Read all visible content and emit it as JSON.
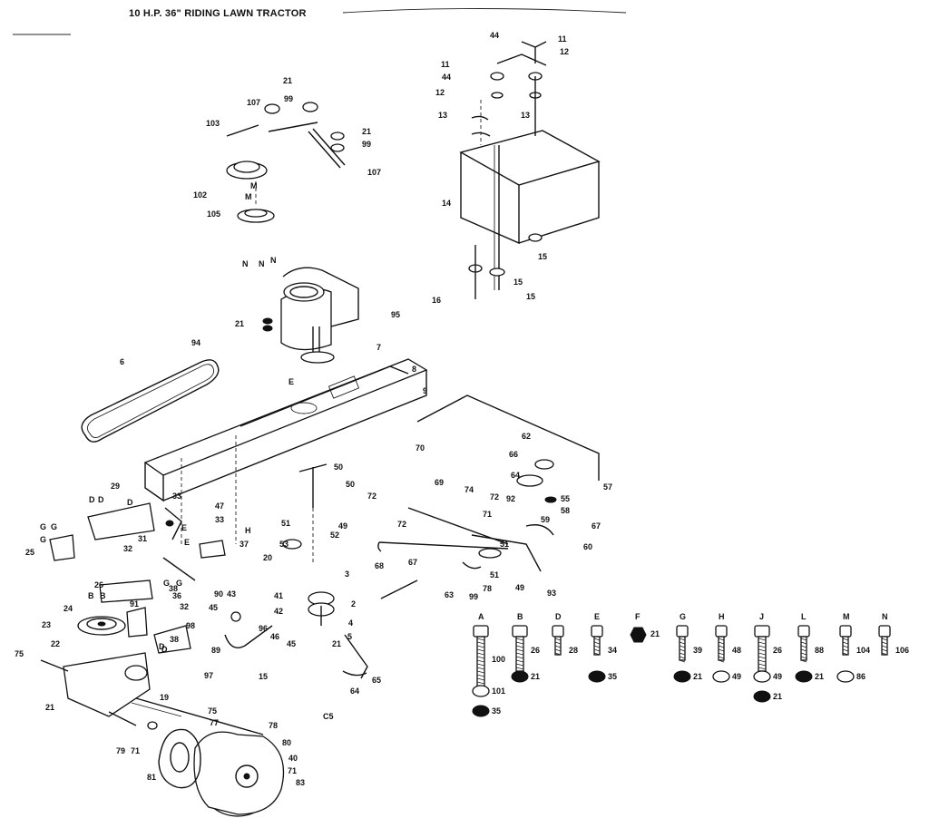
{
  "title": "10 H.P. 36\" RIDING LAWN TRACTOR",
  "figure_code": "C5",
  "callouts": [
    "44",
    "11",
    "12",
    "11",
    "44",
    "12",
    "13",
    "13",
    "14",
    "15",
    "15",
    "16",
    "15",
    "21",
    "107",
    "99",
    "103",
    "21",
    "99",
    "107",
    "102",
    "M",
    "M",
    "105",
    "N",
    "N",
    "N",
    "21",
    "95",
    "94",
    "7",
    "8",
    "9",
    "6",
    "E",
    "70",
    "66",
    "62",
    "64",
    "57",
    "50",
    "50",
    "47",
    "H",
    "29",
    "D",
    "D",
    "D",
    "33",
    "33",
    "E",
    "E",
    "G",
    "G",
    "G",
    "25",
    "32",
    "31",
    "37",
    "51",
    "49",
    "52",
    "53",
    "72",
    "69",
    "74",
    "72",
    "92",
    "55",
    "71",
    "72",
    "58",
    "59",
    "67",
    "68",
    "67",
    "51",
    "60",
    "20",
    "3",
    "26",
    "G",
    "G",
    "38",
    "36",
    "B",
    "B",
    "91",
    "32",
    "24",
    "43",
    "90",
    "41",
    "42",
    "2",
    "23",
    "38",
    "45",
    "96",
    "4",
    "5",
    "22",
    "98",
    "D",
    "D",
    "89",
    "46",
    "45",
    "21",
    "75",
    "97",
    "15",
    "65",
    "64",
    "63",
    "49",
    "93",
    "21",
    "19",
    "75",
    "77",
    "78",
    "79",
    "71",
    "81",
    "80",
    "40",
    "71",
    "83",
    "78",
    "99",
    "51",
    "49",
    "49"
  ],
  "hardware": [
    {
      "letter": "A",
      "part": "100",
      "extra": [
        "101",
        "35"
      ]
    },
    {
      "letter": "B",
      "part": "26",
      "extra": [
        "21"
      ]
    },
    {
      "letter": "D",
      "part": "28",
      "extra": []
    },
    {
      "letter": "E",
      "part": "34",
      "extra": [
        "35"
      ]
    },
    {
      "letter": "F",
      "part": "21",
      "extra": []
    },
    {
      "letter": "G",
      "part": "39",
      "extra": [
        "21"
      ]
    },
    {
      "letter": "H",
      "part": "48",
      "extra": [
        "49"
      ]
    },
    {
      "letter": "J",
      "part": "26",
      "extra": [
        "49",
        "21"
      ]
    },
    {
      "letter": "L",
      "part": "88",
      "extra": [
        "21"
      ]
    },
    {
      "letter": "M",
      "part": "104",
      "extra": [
        "86"
      ]
    },
    {
      "letter": "N",
      "part": "106",
      "extra": []
    }
  ]
}
